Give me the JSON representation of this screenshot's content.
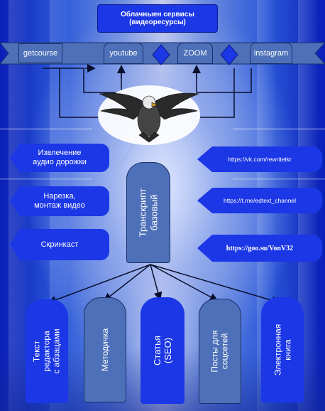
{
  "title": "Облачныен сервисы (видеоресурсы)",
  "services": [
    "getcourse",
    "youtube",
    "ZOOM",
    "instagram"
  ],
  "left_items": [
    "Извлечение\nаудио дорожки",
    "Нарезка,\nмонтаж видео",
    "Скринкаст"
  ],
  "center": "Транскрипт\nбазовый",
  "links": [
    "https://vk.com/rewritetkr",
    "https://t.me/edtext_channel",
    "https://goo.su/VonV32"
  ],
  "outputs": [
    "Текст\nредактора\nс абзацами",
    "Методичка",
    "Статья\n(SEO)",
    "Посты для\nсоцсетей",
    "Электронная\nкнига"
  ],
  "colors": {
    "accent": "#1b37e6",
    "steel": "#4d70b8"
  },
  "icons": [
    "eagle-icon"
  ]
}
